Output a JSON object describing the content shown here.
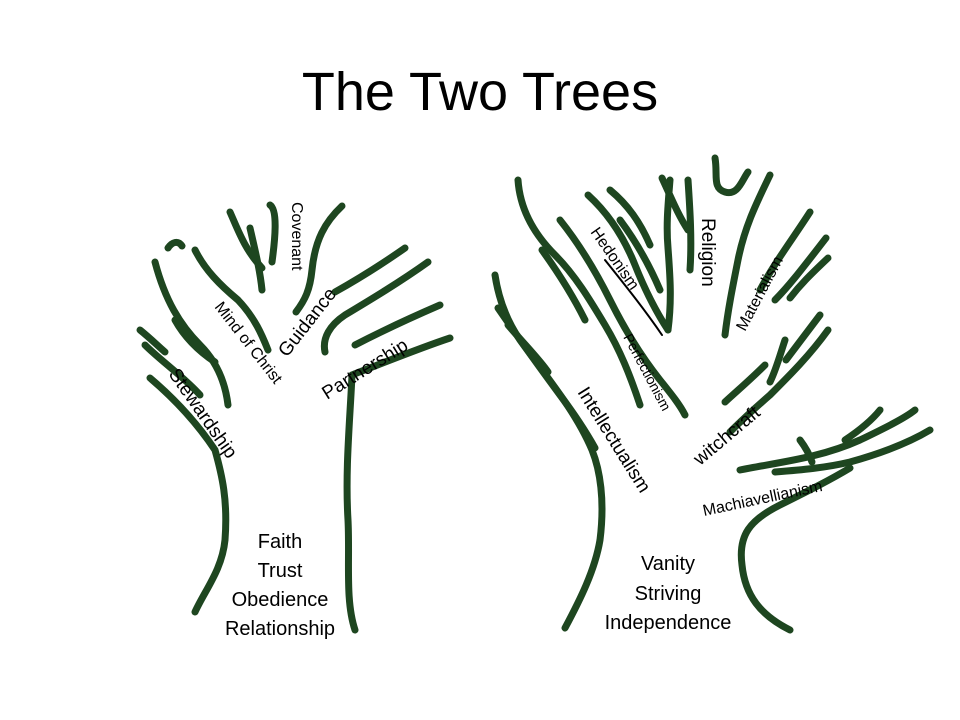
{
  "title": "The Two Trees",
  "colors": {
    "branch": "#1e4620",
    "text": "#000000",
    "background": "#ffffff"
  },
  "left_tree": {
    "branch_labels": {
      "covenant": "Covenant",
      "guidance": "Guidance",
      "mind_of_christ": "Mind of Christ",
      "partnership": "Partnership",
      "stewardship": "Stewardship"
    },
    "trunk_words": [
      "Faith",
      "Trust",
      "Obedience",
      "Relationship"
    ]
  },
  "right_tree": {
    "branch_labels": {
      "hedonism": "Hedonism",
      "religion": "Religion",
      "materialism": "Materialism",
      "perfectionism": "Perfectionism",
      "intellectualism": "Intellectualism",
      "witchcraft": "witchcraft",
      "machiavellianism": "Machiavellianism"
    },
    "trunk_words": [
      "Vanity",
      "Striving",
      "Independence"
    ]
  }
}
